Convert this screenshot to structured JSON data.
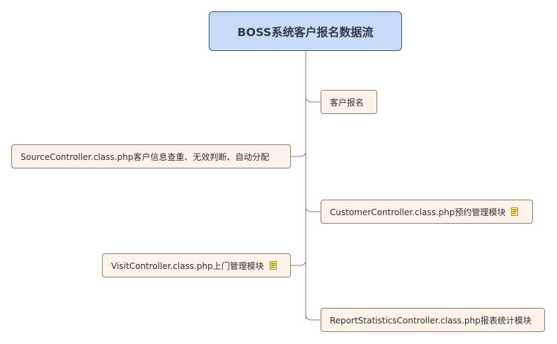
{
  "root": {
    "title": "BOSS系统客户报名数据流"
  },
  "topics": [
    {
      "label": "客户报名",
      "side": "right",
      "has_note": false
    },
    {
      "label": "SourceController.class.php客户信息查重、无效判断、自动分配",
      "side": "left",
      "has_note": false
    },
    {
      "label": "CustomerController.class.php预约管理模块",
      "side": "right",
      "has_note": true
    },
    {
      "label": "VisitController.class.php上门管理模块",
      "side": "left",
      "has_note": true
    },
    {
      "label": "ReportStatisticsController.class.php报表统计模块",
      "side": "right",
      "has_note": false
    }
  ],
  "icons": {
    "note": "note-icon"
  },
  "colors": {
    "root_fill": "#c8dcfa",
    "root_border": "#3c4b66",
    "topic_fill": "#fdf3eb",
    "topic_border": "#8e7c70",
    "connector": "#8a7a70",
    "note_icon": "#e8c447"
  }
}
